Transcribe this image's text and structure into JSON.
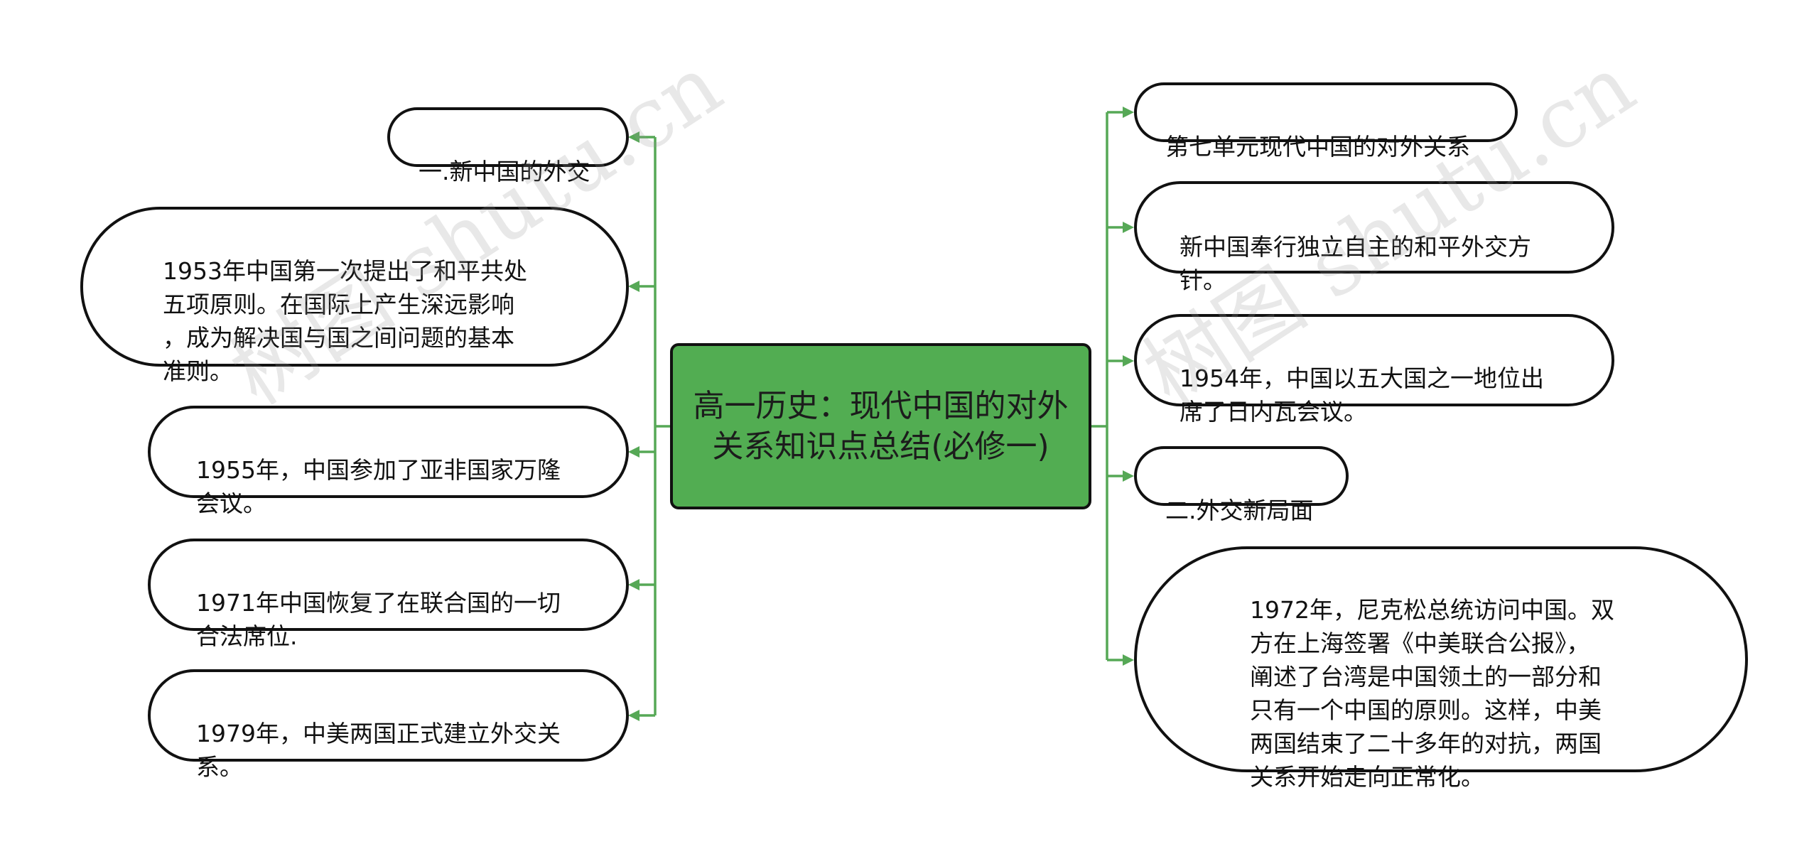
{
  "mindmap": {
    "center": {
      "label": "高一历史：现代中国的对外关系知识点总结(必修一)",
      "fill_color": "#52ad52"
    },
    "left_branches": [
      {
        "text": "一.新中国的外交"
      },
      {
        "text": "1953年中国第一次提出了和平共处\n五项原则。在国际上产生深远影响\n，成为解决国与国之间问题的基本\n准则。"
      },
      {
        "text": "1955年，中国参加了亚非国家万隆\n会议。"
      },
      {
        "text": "1971年中国恢复了在联合国的一切\n合法席位."
      },
      {
        "text": "1979年，中美两国正式建立外交关\n系。"
      }
    ],
    "right_branches": [
      {
        "text": "第七单元现代中国的对外关系"
      },
      {
        "text": "新中国奉行独立自主的和平外交方\n针。"
      },
      {
        "text": "1954年，中国以五大国之一地位出\n席了日内瓦会议。"
      },
      {
        "text": "二.外交新局面"
      },
      {
        "text": "1972年，尼克松总统访问中国。双\n方在上海签署《中美联合公报》，\n阐述了台湾是中国领土的一部分和\n只有一个中国的原则。这样，中美\n两国结束了二十多年的对抗，两国\n关系开始走向正常化。"
      }
    ],
    "connector_color": "#56a856"
  },
  "watermark": {
    "text": "树图 shutu.cn"
  }
}
